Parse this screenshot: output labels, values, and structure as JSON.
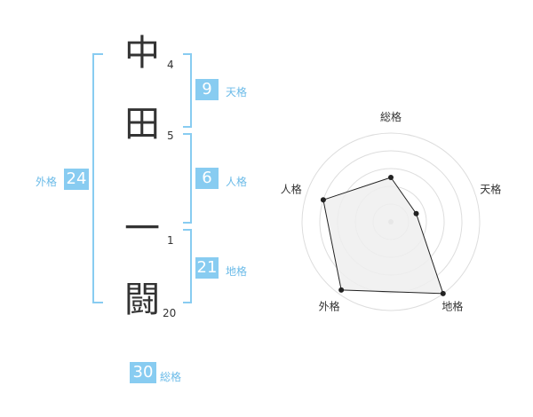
{
  "name_chars": [
    {
      "char": "中",
      "strokes": "4"
    },
    {
      "char": "田",
      "strokes": "5"
    },
    {
      "char": "一",
      "strokes": "1"
    },
    {
      "char": "闘",
      "strokes": "20"
    }
  ],
  "kaku": {
    "tenkaku": {
      "value": "9",
      "label": "天格"
    },
    "jinkaku": {
      "value": "6",
      "label": "人格"
    },
    "chikaku": {
      "value": "21",
      "label": "地格"
    },
    "gaikaku": {
      "value": "24",
      "label": "外格"
    },
    "soukaku": {
      "value": "30",
      "label": "総格"
    }
  },
  "chart_data": {
    "type": "radar",
    "axes": [
      "総格",
      "天格",
      "地格",
      "外格",
      "人格"
    ],
    "values": [
      0.5,
      0.3,
      1.0,
      0.95,
      0.8
    ],
    "ylim": [
      0,
      1
    ],
    "rings": 5,
    "colors": {
      "fill": "#efefef",
      "line": "#222222",
      "grid": "#dddddd",
      "center": "#bbbbbb"
    }
  }
}
